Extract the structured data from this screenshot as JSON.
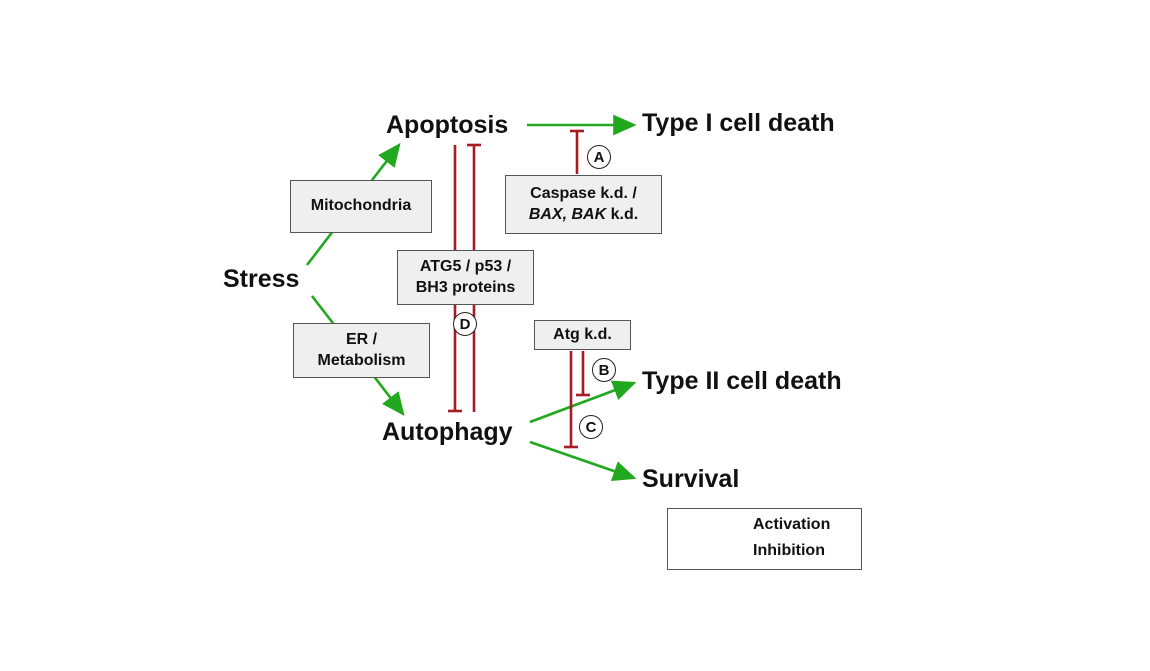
{
  "nodes": {
    "apoptosis": "Apoptosis",
    "type1": "Type I cell death",
    "stress": "Stress",
    "autophagy": "Autophagy",
    "type2": "Type II cell death",
    "survival": "Survival"
  },
  "boxes": {
    "mitochondria": "Mitochondria",
    "er_line1": "ER /",
    "er_line2": "Metabolism",
    "atg5_line1": "ATG5 / p53 /",
    "atg5_line2": "BH3 proteins",
    "caspase_line1": "Caspase k.d. /",
    "caspase_line2_a": "BAX, BAK",
    "caspase_line2_b": " k.d.",
    "atg_kd": "Atg k.d."
  },
  "markers": {
    "a": "A",
    "b": "B",
    "c": "C",
    "d": "D"
  },
  "legend": {
    "activation": "Activation",
    "inhibition": "Inhibition"
  },
  "colors": {
    "activation": "#22a81e",
    "inhibition": "#a51d22"
  }
}
